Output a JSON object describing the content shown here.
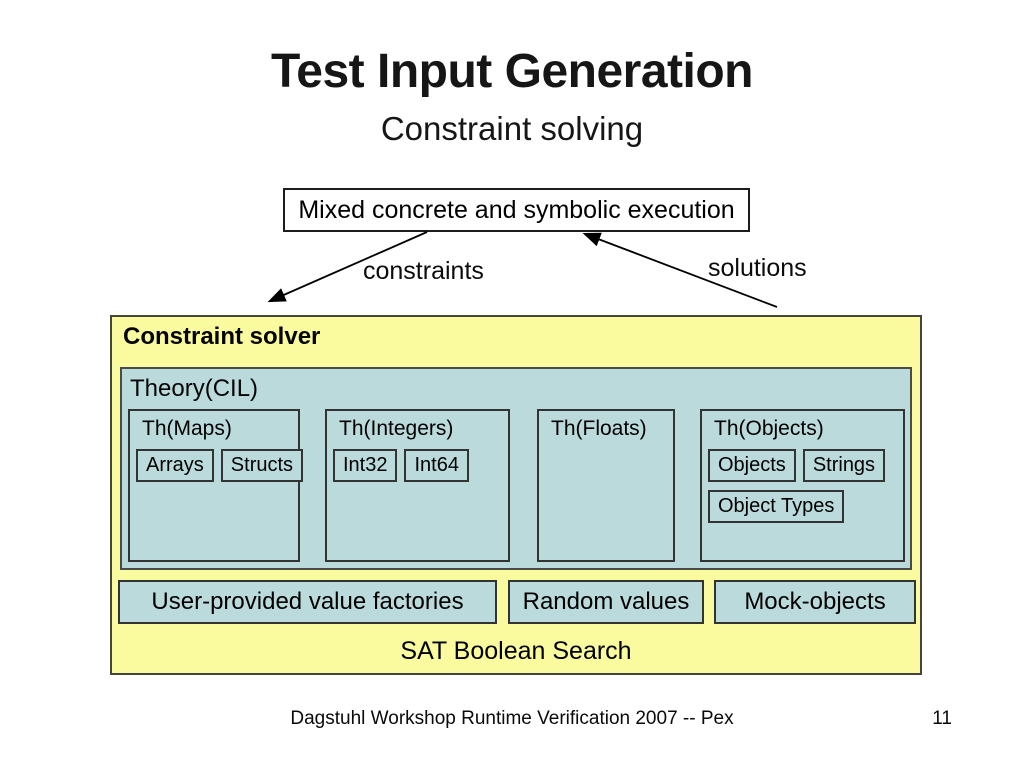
{
  "slide": {
    "title": "Test Input Generation",
    "subtitle": "Constraint solving",
    "execution_box_label": "Mixed concrete and symbolic execution",
    "arrows": {
      "left_label": "constraints",
      "right_label": "solutions"
    },
    "solver": {
      "title": "Constraint solver",
      "theory": {
        "title": "Theory(CIL)",
        "groups": [
          {
            "label": "Th(Maps)",
            "items": [
              "Arrays",
              "Structs"
            ]
          },
          {
            "label": "Th(Integers)",
            "items": [
              "Int32",
              "Int64"
            ]
          },
          {
            "label": "Th(Floats)",
            "items": []
          },
          {
            "label": "Th(Objects)",
            "items": [
              "Objects",
              "Strings"
            ],
            "items_row2": [
              "Object Types"
            ]
          }
        ]
      },
      "strategies": [
        "User-provided value factories",
        "Random values",
        "Mock-objects"
      ],
      "sat_label": "SAT Boolean Search"
    },
    "footer": {
      "text": "Dagstuhl Workshop Runtime Verification 2007 -- Pex",
      "page_number": "11"
    },
    "colors": {
      "solver_fill": "#FAFA9E",
      "theory_fill": "#BADADC",
      "box_border": "#333333",
      "background": "#FFFFFF"
    }
  }
}
